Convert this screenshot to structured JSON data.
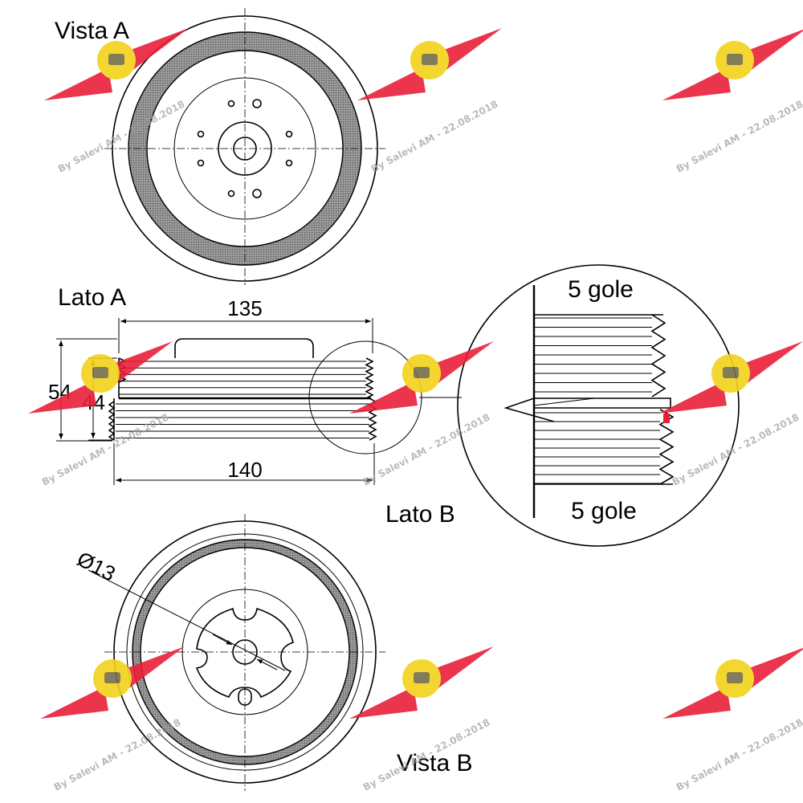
{
  "labels": {
    "vista_a": "Vista A",
    "lato_a": "Lato A",
    "lato_b": "Lato B",
    "vista_b": "Vista B",
    "gole_top": "5 gole",
    "gole_bottom": "5 gole"
  },
  "dimensions": {
    "top_width": "135",
    "bottom_width": "140",
    "outer_height": "54",
    "inner_height": "44",
    "hole_diameter": "Ø13"
  },
  "watermark": {
    "text": "By Salevi AM - 22.08.2018",
    "brand_color": "#e8203a",
    "badge_color": "#f3d21a"
  }
}
